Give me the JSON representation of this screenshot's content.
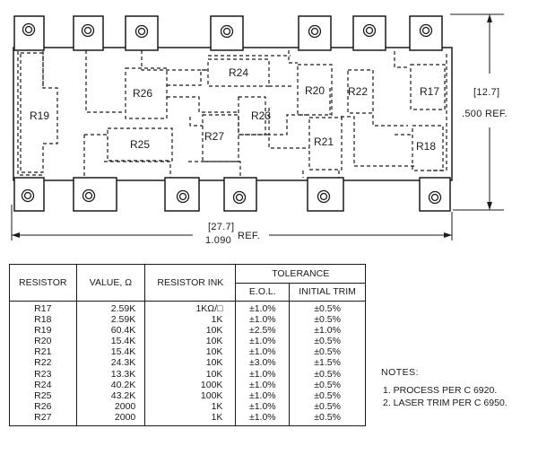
{
  "layout": {
    "resistor_labels": {
      "r19": "R19",
      "r26": "R26",
      "r24": "R24",
      "r20": "R20",
      "r22": "R22",
      "r17": "R17",
      "r23": "R23",
      "r25": "R25",
      "r27": "R27",
      "r21": "R21",
      "r18": "R18"
    },
    "height_dim": {
      "metric": "[12.7]",
      "imperial": ".500 REF."
    },
    "width_dim": {
      "metric": "[27.7]",
      "imperial": "1.090",
      "ref": "REF."
    }
  },
  "table": {
    "headers": {
      "resistor": "RESISTOR",
      "value": "VALUE, Ω",
      "ink": "RESISTOR INK",
      "tolerance": "TOLERANCE",
      "eol": "E.O.L.",
      "initial_trim": "INITIAL TRIM"
    },
    "rows": [
      {
        "resistor": "R17",
        "value": "2.59K",
        "ink": "1KΩ/□",
        "eol": "±1.0%",
        "trim": "±0.5%"
      },
      {
        "resistor": "R18",
        "value": "2.59K",
        "ink": "1K",
        "eol": "±1.0%",
        "trim": "±0.5%"
      },
      {
        "resistor": "R19",
        "value": "60.4K",
        "ink": "10K",
        "eol": "±2.5%",
        "trim": "±1.0%"
      },
      {
        "resistor": "R20",
        "value": "15.4K",
        "ink": "10K",
        "eol": "±1.0%",
        "trim": "±0.5%"
      },
      {
        "resistor": "R21",
        "value": "15.4K",
        "ink": "10K",
        "eol": "±1.0%",
        "trim": "±0.5%"
      },
      {
        "resistor": "R22",
        "value": "24.3K",
        "ink": "10K",
        "eol": "±3.0%",
        "trim": "±1.5%"
      },
      {
        "resistor": "R23",
        "value": "13.3K",
        "ink": "10K",
        "eol": "±1.0%",
        "trim": "±0.5%"
      },
      {
        "resistor": "R24",
        "value": "40.2K",
        "ink": "100K",
        "eol": "±1.0%",
        "trim": "±0.5%"
      },
      {
        "resistor": "R25",
        "value": "43.2K",
        "ink": "100K",
        "eol": "±1.0%",
        "trim": "±0.5%"
      },
      {
        "resistor": "R26",
        "value": "2000",
        "ink": "1K",
        "eol": "±1.0%",
        "trim": "±0.5%"
      },
      {
        "resistor": "R27",
        "value": "2000",
        "ink": "1K",
        "eol": "±1.0%",
        "trim": "±0.5%"
      }
    ]
  },
  "notes": {
    "header": "NOTES:",
    "items": [
      "1.  PROCESS PER C 6920.",
      "2.  LASER TRIM PER C 6950."
    ]
  }
}
